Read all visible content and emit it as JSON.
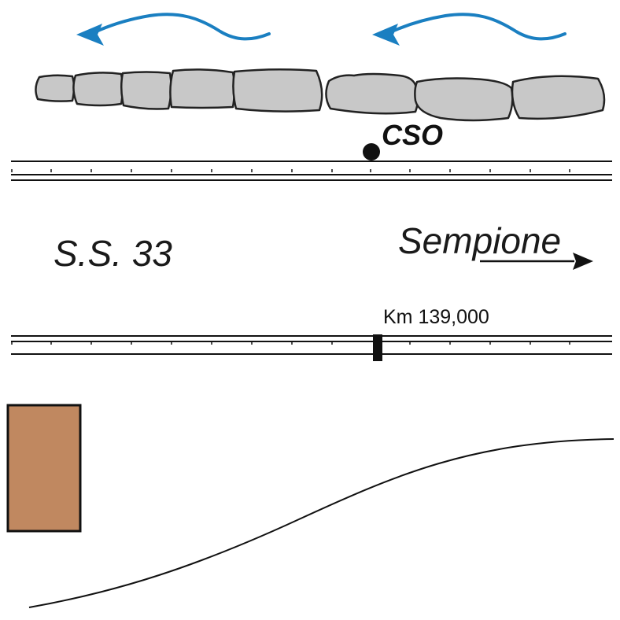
{
  "station": {
    "label": "CSO"
  },
  "road": {
    "name": "S.S. 33",
    "direction_label": "Sempione",
    "km_marker_label": "Km 139,000"
  },
  "colors": {
    "flow_arrow": "#1a7fc1",
    "rock_fill": "#c8c8c8",
    "rock_stroke": "#222222",
    "line": "#111111",
    "building_fill": "#c08860",
    "building_stroke": "#111111"
  },
  "icons": {
    "flow_direction": "left-arrow-icon",
    "direction": "right-arrow-icon",
    "station": "filled-circle-icon"
  }
}
